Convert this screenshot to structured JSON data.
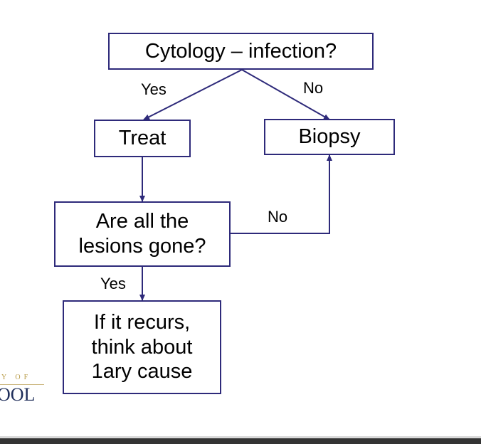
{
  "nodes": {
    "cytology": "Cytology – infection?",
    "treat": "Treat",
    "biopsy": "Biopsy",
    "lesions_gone": [
      "Are all the",
      "lesions gone?"
    ],
    "recurs": [
      "If it recurs,",
      "think about",
      "1ary cause"
    ]
  },
  "edges": {
    "cytology_yes": "Yes",
    "cytology_no": "No",
    "lesions_no": "No",
    "lesions_yes": "Yes"
  },
  "logo": {
    "top_text": "Y OF",
    "bottom_text": "OOL"
  },
  "colors": {
    "line": "#2e2a7a",
    "text": "#000000",
    "logo_gold": "#b79a46",
    "logo_navy": "#1f2e5a"
  }
}
